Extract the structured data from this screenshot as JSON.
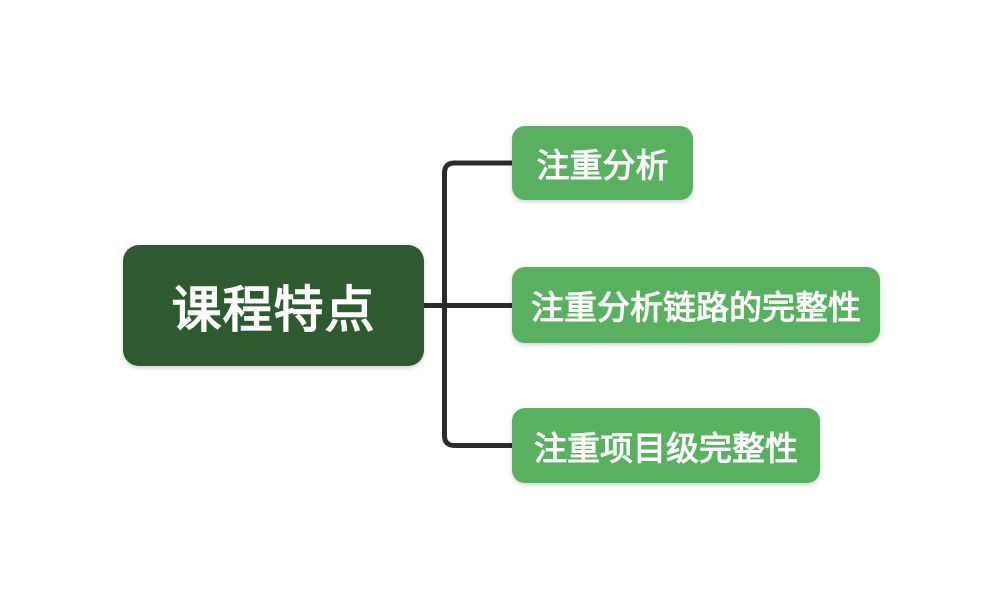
{
  "diagram": {
    "root": {
      "label": "课程特点"
    },
    "children": [
      {
        "label": "注重分析"
      },
      {
        "label": "注重分析链路的完整性"
      },
      {
        "label": "注重项目级完整性"
      }
    ],
    "colors": {
      "background": "#ffffff",
      "root_fill": "#2d5b2f",
      "child_fill": "#58b15e",
      "connector": "#2b2b2b",
      "text": "#ffffff"
    }
  }
}
